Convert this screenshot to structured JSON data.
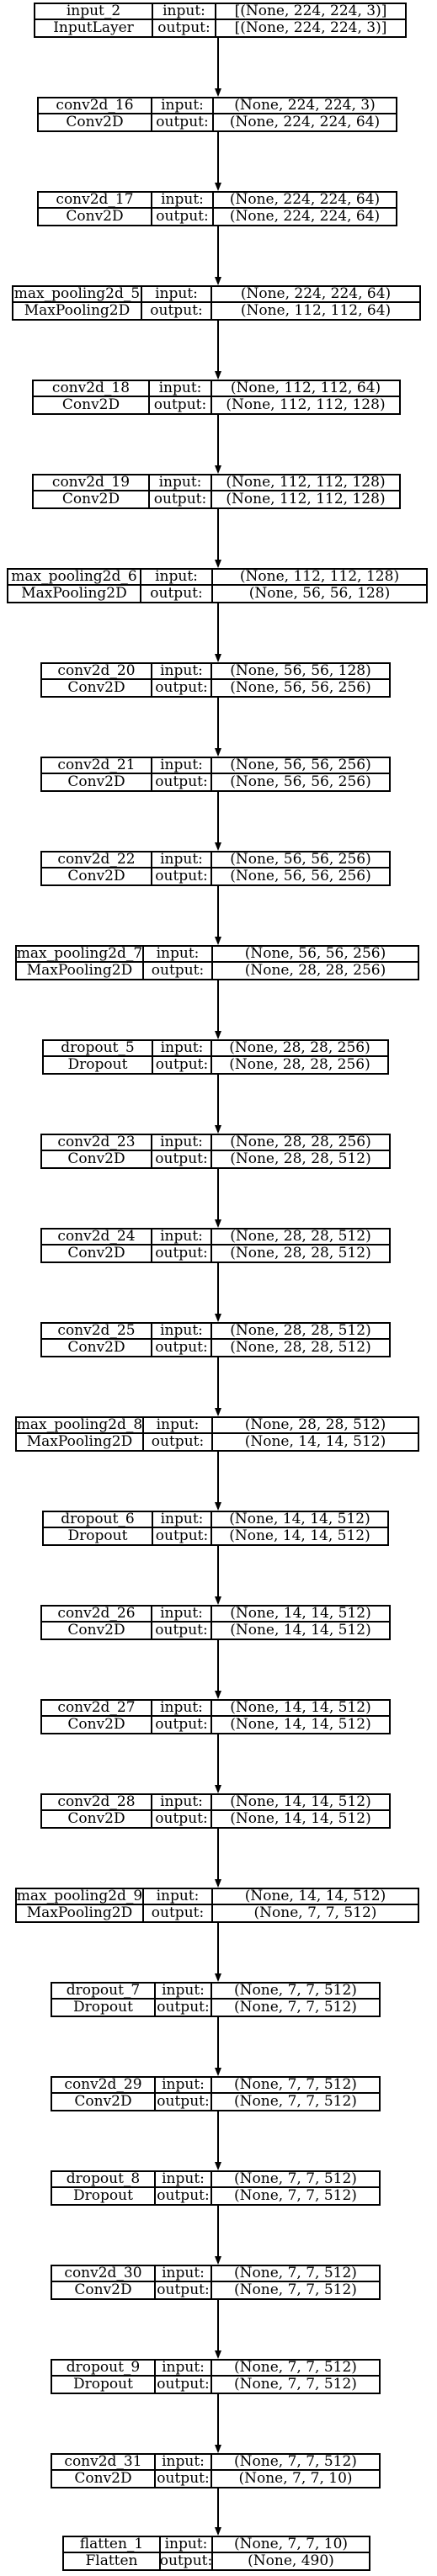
{
  "labels": {
    "input": "input:",
    "output": "output:"
  },
  "layers": [
    {
      "name": "input_2",
      "type": "InputLayer",
      "input": "[(None, 224, 224, 3)]",
      "output": "[(None, 224, 224, 3)]"
    },
    {
      "name": "conv2d_16",
      "type": "Conv2D",
      "input": "(None, 224, 224, 3)",
      "output": "(None, 224, 224, 64)"
    },
    {
      "name": "conv2d_17",
      "type": "Conv2D",
      "input": "(None, 224, 224, 64)",
      "output": "(None, 224, 224, 64)"
    },
    {
      "name": "max_pooling2d_5",
      "type": "MaxPooling2D",
      "input": "(None, 224, 224, 64)",
      "output": "(None, 112, 112, 64)"
    },
    {
      "name": "conv2d_18",
      "type": "Conv2D",
      "input": "(None, 112, 112, 64)",
      "output": "(None, 112, 112, 128)"
    },
    {
      "name": "conv2d_19",
      "type": "Conv2D",
      "input": "(None, 112, 112, 128)",
      "output": "(None, 112, 112, 128)"
    },
    {
      "name": "max_pooling2d_6",
      "type": "MaxPooling2D",
      "input": "(None, 112, 112, 128)",
      "output": "(None, 56, 56, 128)"
    },
    {
      "name": "conv2d_20",
      "type": "Conv2D",
      "input": "(None, 56, 56, 128)",
      "output": "(None, 56, 56, 256)"
    },
    {
      "name": "conv2d_21",
      "type": "Conv2D",
      "input": "(None, 56, 56, 256)",
      "output": "(None, 56, 56, 256)"
    },
    {
      "name": "conv2d_22",
      "type": "Conv2D",
      "input": "(None, 56, 56, 256)",
      "output": "(None, 56, 56, 256)"
    },
    {
      "name": "max_pooling2d_7",
      "type": "MaxPooling2D",
      "input": "(None, 56, 56, 256)",
      "output": "(None, 28, 28, 256)"
    },
    {
      "name": "dropout_5",
      "type": "Dropout",
      "input": "(None, 28, 28, 256)",
      "output": "(None, 28, 28, 256)"
    },
    {
      "name": "conv2d_23",
      "type": "Conv2D",
      "input": "(None, 28, 28, 256)",
      "output": "(None, 28, 28, 512)"
    },
    {
      "name": "conv2d_24",
      "type": "Conv2D",
      "input": "(None, 28, 28, 512)",
      "output": "(None, 28, 28, 512)"
    },
    {
      "name": "conv2d_25",
      "type": "Conv2D",
      "input": "(None, 28, 28, 512)",
      "output": "(None, 28, 28, 512)"
    },
    {
      "name": "max_pooling2d_8",
      "type": "MaxPooling2D",
      "input": "(None, 28, 28, 512)",
      "output": "(None, 14, 14, 512)"
    },
    {
      "name": "dropout_6",
      "type": "Dropout",
      "input": "(None, 14, 14, 512)",
      "output": "(None, 14, 14, 512)"
    },
    {
      "name": "conv2d_26",
      "type": "Conv2D",
      "input": "(None, 14, 14, 512)",
      "output": "(None, 14, 14, 512)"
    },
    {
      "name": "conv2d_27",
      "type": "Conv2D",
      "input": "(None, 14, 14, 512)",
      "output": "(None, 14, 14, 512)"
    },
    {
      "name": "conv2d_28",
      "type": "Conv2D",
      "input": "(None, 14, 14, 512)",
      "output": "(None, 14, 14, 512)"
    },
    {
      "name": "max_pooling2d_9",
      "type": "MaxPooling2D",
      "input": "(None, 14, 14, 512)",
      "output": "(None, 7, 7, 512)"
    },
    {
      "name": "dropout_7",
      "type": "Dropout",
      "input": "(None, 7, 7, 512)",
      "output": "(None, 7, 7, 512)"
    },
    {
      "name": "conv2d_29",
      "type": "Conv2D",
      "input": "(None, 7, 7, 512)",
      "output": "(None, 7, 7, 512)"
    },
    {
      "name": "dropout_8",
      "type": "Dropout",
      "input": "(None, 7, 7, 512)",
      "output": "(None, 7, 7, 512)"
    },
    {
      "name": "conv2d_30",
      "type": "Conv2D",
      "input": "(None, 7, 7, 512)",
      "output": "(None, 7, 7, 512)"
    },
    {
      "name": "dropout_9",
      "type": "Dropout",
      "input": "(None, 7, 7, 512)",
      "output": "(None, 7, 7, 512)"
    },
    {
      "name": "conv2d_31",
      "type": "Conv2D",
      "input": "(None, 7, 7, 512)",
      "output": "(None, 7, 7, 10)"
    },
    {
      "name": "flatten_1",
      "type": "Flatten",
      "input": "(None, 7, 7, 10)",
      "output": "(None, 490)"
    }
  ]
}
